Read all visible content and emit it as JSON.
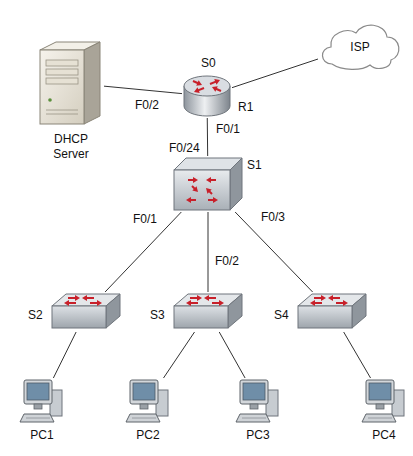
{
  "diagram": {
    "nodes": [
      {
        "text": [
          "ISP"
        ]
      },
      {
        "text": [
          "R1"
        ]
      },
      {
        "text": [
          "DHCP Server"
        ]
      },
      {
        "text": [
          "S1"
        ]
      },
      {
        "text": [
          "S2"
        ]
      },
      {
        "text": [
          "S3"
        ]
      },
      {
        "text": [
          "S4"
        ]
      },
      {
        "text": [
          "PC1"
        ]
      },
      {
        "text": [
          "PC2"
        ]
      },
      {
        "text": [
          "PC3"
        ]
      },
      {
        "text": [
          "PC4"
        ]
      }
    ],
    "edges": [
      {
        "from": 1,
        "to": 0,
        "arrow": "none"
      },
      {
        "from": 2,
        "to": 1,
        "arrow": "none"
      },
      {
        "from": 1,
        "to": 3,
        "arrow": "none"
      },
      {
        "from": 3,
        "to": 4,
        "arrow": "none"
      },
      {
        "from": 3,
        "to": 5,
        "arrow": "none"
      },
      {
        "from": 3,
        "to": 6,
        "arrow": "none"
      },
      {
        "from": 4,
        "to": 7,
        "arrow": "none"
      },
      {
        "from": 5,
        "to": 8,
        "arrow": "none"
      },
      {
        "from": 5,
        "to": 9,
        "arrow": "none"
      },
      {
        "from": 6,
        "to": 10,
        "arrow": "none"
      }
    ],
    "labels": [
      "S0",
      "F0/2",
      "F0/1",
      "F0/24",
      "F0/1",
      "F0/2",
      "F0/3"
    ]
  }
}
